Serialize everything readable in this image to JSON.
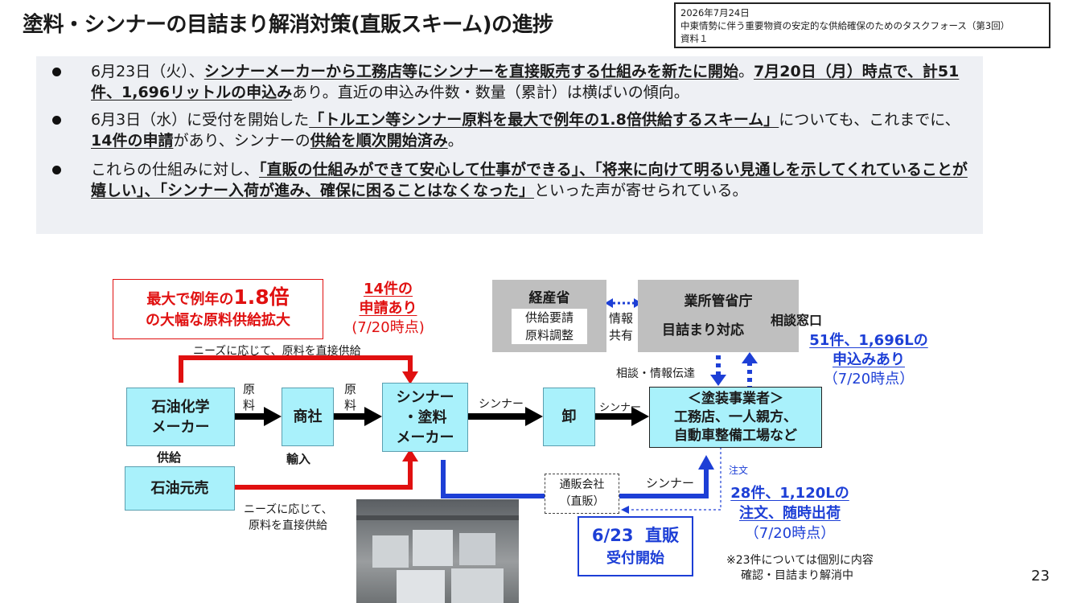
{
  "title": "塗料・シンナーの目詰まり解消対策(直販スキーム)の進捗",
  "doc_info": {
    "date": "2026年7月24日",
    "meeting": "中東情勢に伴う重要物資の安定的な供給確保のためのタスクフォース（第3回）",
    "material": "資料１"
  },
  "bullets": [
    {
      "segments": [
        {
          "text": "6月23日（火）、",
          "style": ""
        },
        {
          "text": "シンナーメーカーから工務店等にシンナーを直接販売する仕組みを新たに開始",
          "style": "bu"
        },
        {
          "text": "。",
          "style": ""
        },
        {
          "text": "7月20日（月）時点で、計51件、1,696リットルの申込み",
          "style": "bu"
        },
        {
          "text": "あり。直近の申込み件数・数量（累計）は横ばいの傾向。",
          "style": ""
        }
      ]
    },
    {
      "segments": [
        {
          "text": "6月3日（水）に受付を開始した",
          "style": ""
        },
        {
          "text": "「トルエン等シンナー原料を最大で例年の1.8倍供給するスキーム」",
          "style": "bu"
        },
        {
          "text": "についても、これまでに、",
          "style": ""
        },
        {
          "text": "14件の申請",
          "style": "bu"
        },
        {
          "text": "があり、シンナーの",
          "style": ""
        },
        {
          "text": "供給を順次開始済み",
          "style": "bu"
        },
        {
          "text": "。",
          "style": ""
        }
      ]
    },
    {
      "segments": [
        {
          "text": "これらの仕組みに対し、",
          "style": ""
        },
        {
          "text": "「直販の仕組みができて安心して仕事ができる」、「将来に向けて明るい見通しを示してくれていることが嬉しい」、「シンナー入荷が進み、確保に困ることはなくなった」",
          "style": "bu"
        },
        {
          "text": "といった声が寄せられている。",
          "style": ""
        }
      ]
    }
  ],
  "diagram": {
    "red_box_line1_a": "最大で例年の",
    "red_box_line1_b": "1.8倍",
    "red_box_line2": "の大幅な原料供給拡大",
    "apps14_line1": "14件の",
    "apps14_line2": "申請あり",
    "apps14_date": "(7/20時点)",
    "needs_top": "ニーズに応じて、原料を直接供給",
    "needs_bottom_line1": "ニーズに応じて、",
    "needs_bottom_line2": "原料を直接供給",
    "meti": "経産省",
    "meti_role1": "供給要請",
    "meti_role2": "原料調整",
    "info_share_line1": "情報",
    "info_share_line2": "共有",
    "agency": "業所管省庁",
    "agency_task": "目詰まり対応",
    "consult_window": "相談窓口",
    "apps51_line1": "51件、1,696Lの",
    "apps51_line2": "申込みあり",
    "apps51_date": "（7/20時点）",
    "consult_info": "相談・情報伝達",
    "petrochem_line1": "石油化学",
    "petrochem_line2": "メーカー",
    "supply": "供給",
    "raw1_line1": "原",
    "raw1_line2": "料",
    "trading": "商社",
    "import": "輸入",
    "raw2_line1": "原",
    "raw2_line2": "料",
    "maker_line1": "シンナー",
    "maker_line2": "・塗料",
    "maker_line3": "メーカー",
    "thinner_label1": "シンナー",
    "wholesale": "卸",
    "thinner_label2": "シンナー",
    "painters_line1": "＜塗装事業者＞",
    "painters_line2": "工務店、一人親方、",
    "painters_line3": "自動車整備工場など",
    "refiner": "石油元売",
    "order": "注文",
    "ec_line1": "通販会社",
    "ec_line2": "（直販）",
    "thinner_label3": "シンナー",
    "orders28_line1": "28件、1,120Lの",
    "orders28_line2": "注文、随時出荷",
    "orders28_date": "（7/20時点）",
    "direct_line1": "6/23  直販",
    "direct_line2": "受付開始",
    "footnote_line1": "※23件については個別に内容",
    "footnote_line2": "確認・目詰まり解消中"
  },
  "page_number": "23",
  "colors": {
    "cyan_box": "#a9f1fb",
    "red": "#e01010",
    "blue": "#1d3fd6",
    "gray_box": "#bfbfbf",
    "summary_bg": "#eef0f4"
  },
  "icons": {
    "photo": "pallet-photo"
  }
}
